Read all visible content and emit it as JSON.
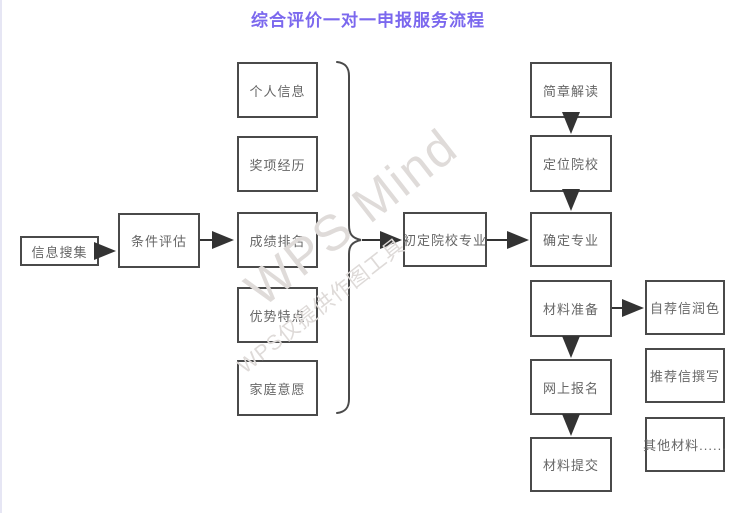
{
  "page": {
    "title": "综合评价一对一申报服务流程"
  },
  "watermark": {
    "line1": "WPS Mind",
    "line2": "WPS仅提供作图工具"
  },
  "colors": {
    "title": "#7b68ee",
    "box_border": "#4a4a4a",
    "box_text": "#666666",
    "arrow": "#333333",
    "watermark": "#dfdbd9",
    "page_edge": "#e6e6f4"
  },
  "nodes": {
    "info_gather": {
      "label": "信息搜集"
    },
    "condition_eval": {
      "label": "条件评估"
    },
    "personal_info": {
      "label": "个人信息"
    },
    "award_exp": {
      "label": "奖项经历"
    },
    "grade_rank": {
      "label": "成绩排名"
    },
    "strengths": {
      "label": "优势特点"
    },
    "family_wish": {
      "label": "家庭意愿"
    },
    "initial_school": {
      "label": "初定院校专业"
    },
    "brochure": {
      "label": "简章解读"
    },
    "locate_school": {
      "label": "定位院校"
    },
    "confirm_major": {
      "label": "确定专业"
    },
    "material_prep": {
      "label": "材料准备"
    },
    "online_reg": {
      "label": "网上报名"
    },
    "material_submit": {
      "label": "材料提交"
    },
    "self_letter": {
      "label": "自荐信润色"
    },
    "rec_letter": {
      "label": "推荐信撰写"
    },
    "other_materials": {
      "label": "其他材料......"
    }
  },
  "edges": [
    {
      "from": "信息搜集",
      "to": "条件评估"
    },
    {
      "from": "条件评估",
      "to": "成绩排名"
    },
    {
      "from": "五项汇总(大括号)",
      "to": "初定院校专业"
    },
    {
      "from": "初定院校专业",
      "to": "确定专业"
    },
    {
      "from": "简章解读",
      "to": "定位院校"
    },
    {
      "from": "定位院校",
      "to": "确定专业"
    },
    {
      "from": "材料准备",
      "to": "网上报名"
    },
    {
      "from": "网上报名",
      "to": "材料提交"
    },
    {
      "from": "材料准备",
      "to": "自荐信润色"
    }
  ]
}
